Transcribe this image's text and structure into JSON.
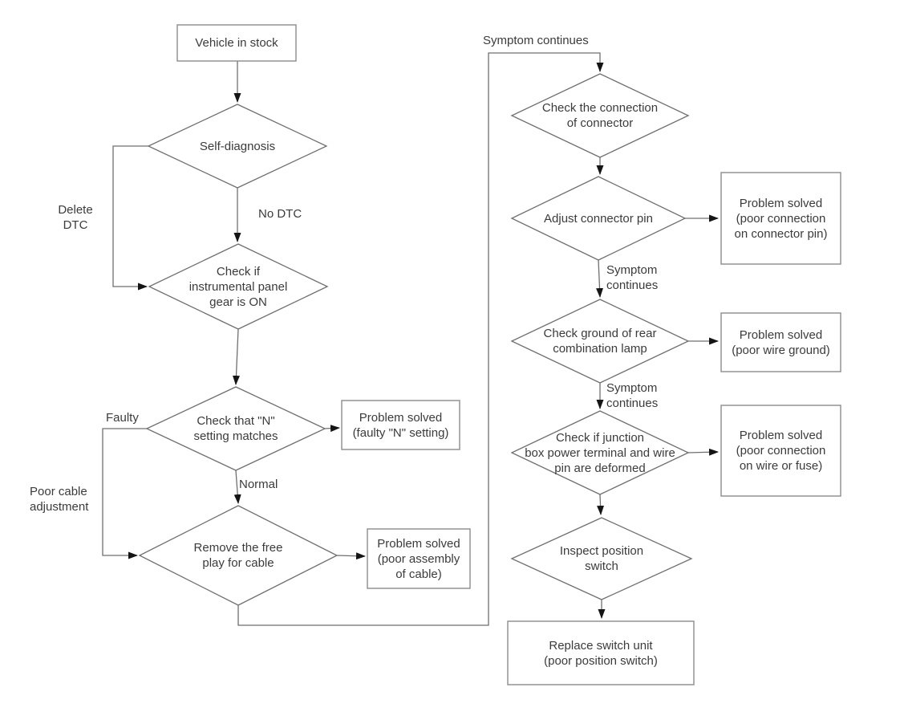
{
  "diagram": {
    "type": "flowchart",
    "topic": "Vehicle transmission position switch troubleshooting",
    "colors": {
      "line": "#6f6f6f",
      "box_border": "#8b8b8b",
      "text": "#3b3b3b",
      "arrow": "#151515",
      "background": "#ffffff"
    },
    "nodes": {
      "vehicle_in_stock": {
        "type": "terminal",
        "label": "Vehicle in stock"
      },
      "self_diagnosis": {
        "type": "decision",
        "label": "Self-diagnosis"
      },
      "check_panel_gear": {
        "type": "decision",
        "label": "Check if\ninstrumental panel\ngear is ON"
      },
      "check_n_setting": {
        "type": "decision",
        "label": "Check that \"N\"\nsetting matches"
      },
      "solved_n_setting": {
        "type": "result",
        "label": "Problem solved\n(faulty \"N\" setting)"
      },
      "remove_free_play": {
        "type": "decision",
        "label": "Remove the free\nplay for cable"
      },
      "solved_cable_assembly": {
        "type": "result",
        "label": "Problem solved\n(poor assembly\nof cable)"
      },
      "check_connector_connection": {
        "type": "decision",
        "label": "Check the connection\nof connector"
      },
      "adjust_connector_pin": {
        "type": "decision",
        "label": "Adjust connector pin"
      },
      "solved_connector_pin": {
        "type": "result",
        "label": "Problem solved\n(poor connection\non connector pin)"
      },
      "check_rear_lamp_ground": {
        "type": "decision",
        "label": "Check ground of rear\ncombination lamp"
      },
      "solved_wire_ground": {
        "type": "result",
        "label": "Problem solved\n(poor wire ground)"
      },
      "check_junction_box": {
        "type": "decision",
        "label": "Check if junction\nbox power terminal and wire\npin are deformed"
      },
      "solved_wire_fuse": {
        "type": "result",
        "label": "Problem solved\n(poor connection\non wire or fuse)"
      },
      "inspect_position_switch": {
        "type": "decision",
        "label": "Inspect position\nswitch"
      },
      "replace_switch_unit": {
        "type": "result",
        "label": "Replace switch unit\n(poor position switch)"
      }
    },
    "edge_labels": {
      "delete_dtc": "Delete\nDTC",
      "no_dtc": "No DTC",
      "faulty": "Faulty",
      "normal": "Normal",
      "poor_cable_adjustment": "Poor cable\nadjustment",
      "symptom_continues_top": "Symptom continues",
      "symptom_continues_mid1": "Symptom\ncontinues",
      "symptom_continues_mid2": "Symptom\ncontinues"
    }
  }
}
